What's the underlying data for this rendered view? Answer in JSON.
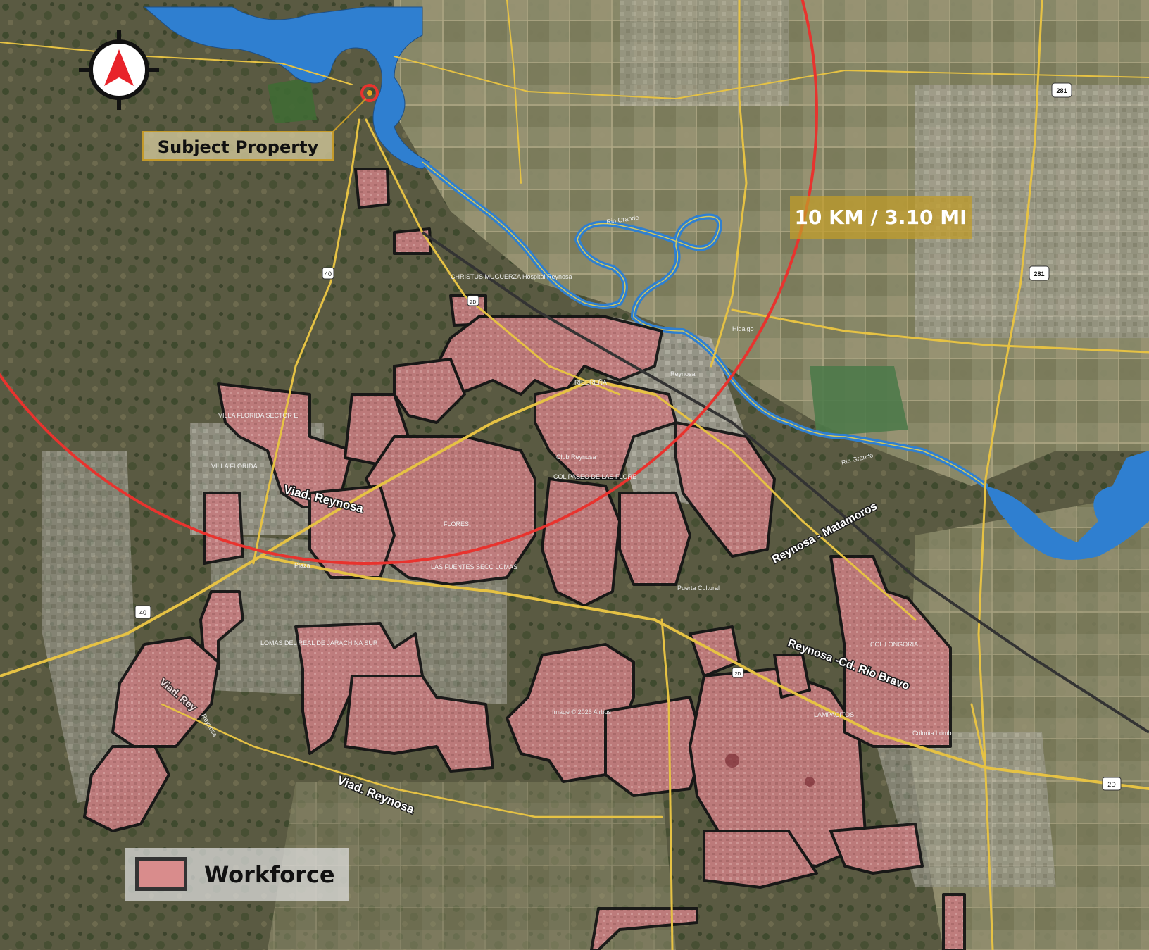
{
  "map": {
    "subject_label": "Subject Property",
    "radius_label": "10 KM / 3.10 MI",
    "legend": {
      "label": "Workforce",
      "color": "#d98c8c"
    },
    "colors": {
      "river": "#2f7fd0",
      "ring": "#e8332e",
      "workforce": "#c97f80",
      "road": "#e6c244"
    },
    "road_labels": {
      "viad_reynosa_north": "Viad. Reynosa",
      "viad_reynosa_south": "Viad. Reynosa",
      "reynosa_matamoros": "Reynosa - Matamoros",
      "reynosa_rio_bravo": "Reynosa -Cd. Rio Bravo",
      "viad_rey_west": "Viad. Rey",
      "reynosa_small": "Reynosa"
    },
    "place_labels": {
      "rio_grande_1": "Rio Grande",
      "rio_grande_2": "Rio Grande",
      "reynosa": "Reynosa",
      "hidalgo": "Hidalgo",
      "ribereña": "RIBEREÑA",
      "villa_florida_sector": "VILLA FLORIDA SECTOR E",
      "villa_florida": "VILLA FLORIDA",
      "col_paseo": "COL PASEO DE LAS FLORE",
      "club_reynosa": "Club Reynosa",
      "flores": "FLORES",
      "las_fuentes": "LAS FUENTES SECC LOMAS",
      "col_longoria": "COL LONGORIA",
      "lomas_del_real": "LOMAS DEL REAL DE JARACHINA SUR",
      "lampacitos": "LAMPACITOS",
      "hospital": "CHRISTUS MUGUERZA Hospital Reynosa",
      "puerta_cultural": "Puerta Cultural",
      "plaza": "Plaza",
      "image_credit": "Image © 2026 Airbus",
      "colonia": "Colonia Lomb"
    },
    "highway_shields": [
      "281",
      "281",
      "40",
      "40",
      "2D",
      "2D",
      "2D"
    ]
  }
}
